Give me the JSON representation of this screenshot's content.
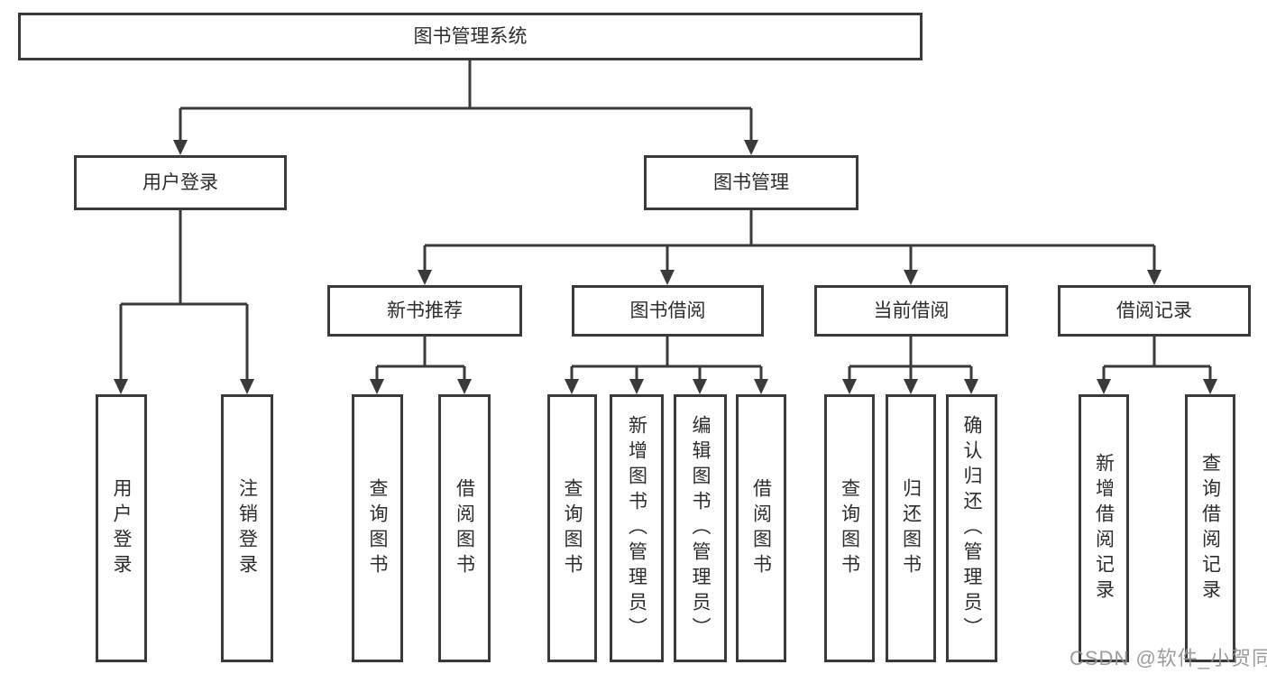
{
  "root": {
    "label": "图书管理系统"
  },
  "nodes": {
    "user_login": {
      "label": "用户登录"
    },
    "book_management": {
      "label": "图书管理"
    },
    "new_book_recommend": {
      "label": "新书推荐"
    },
    "book_borrow": {
      "label": "图书借阅"
    },
    "current_borrow": {
      "label": "当前借阅"
    },
    "borrow_records": {
      "label": "借阅记录"
    }
  },
  "leaves": {
    "user_login": [
      "用户登录",
      "注销登录"
    ],
    "new_book_recommend": [
      "查询图书",
      "借阅图书"
    ],
    "book_borrow": [
      "查询图书",
      "新增图书（管理员）",
      "编辑图书（管理员）",
      "借阅图书"
    ],
    "current_borrow": [
      "查询图书",
      "归还图书",
      "确认归还（管理员）"
    ],
    "borrow_records": [
      "新增借阅记录",
      "查询借阅记录"
    ]
  },
  "watermark": {
    "text": "CSDN @软件_小贺同学"
  },
  "colors": {
    "line": "#3a3a3a",
    "text": "#2d2d2d",
    "background": "#ffffff",
    "watermark": "#949494"
  }
}
